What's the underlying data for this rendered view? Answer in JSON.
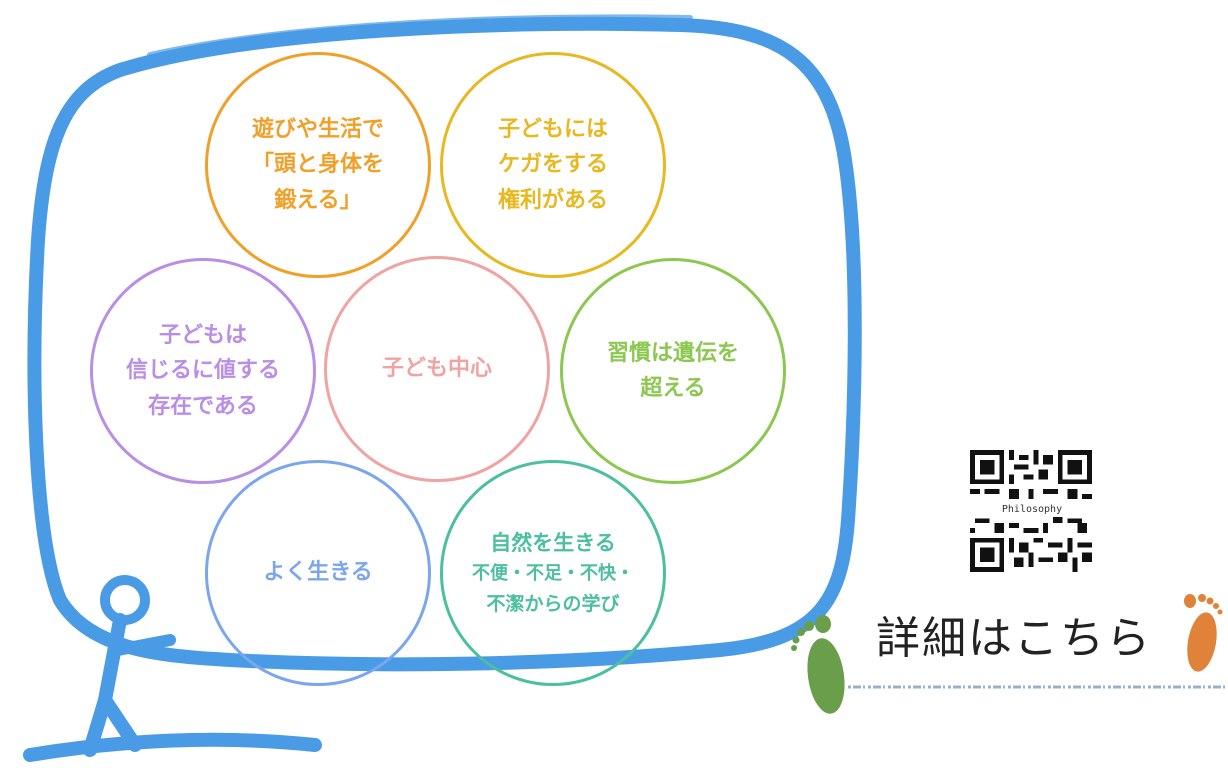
{
  "circles": [
    {
      "lines": [
        "遊びや生活で",
        "「頭と身体を",
        "鍛える」"
      ],
      "color": "#f0a028"
    },
    {
      "lines": [
        "子どもには",
        "ケガをする",
        "権利がある"
      ],
      "color": "#e8b820"
    },
    {
      "lines": [
        "子どもは",
        "信じるに値する",
        "存在である"
      ],
      "color": "#b98ee6"
    },
    {
      "lines": [
        "子ども中心"
      ],
      "color": "#f0a3a3"
    },
    {
      "lines": [
        "習慣は遺伝を",
        "超える"
      ],
      "color": "#8cc850"
    },
    {
      "lines": [
        "よく生きる"
      ],
      "color": "#7ba6ef"
    },
    {
      "lines": [
        "自然を生きる",
        "不便・不足・不快・",
        "不潔からの学び"
      ],
      "color": "#4bbf9f"
    }
  ],
  "qr_label": "Philosophy",
  "details_link": "詳細はこちら",
  "colors": {
    "frame_blue": "#4a9be6",
    "green_foot": "#6a9e4a",
    "orange_foot": "#e0823a"
  },
  "icons": [
    "stick-figure-icon",
    "qr-code-icon",
    "green-footprint-icon",
    "orange-footprint-icon"
  ]
}
